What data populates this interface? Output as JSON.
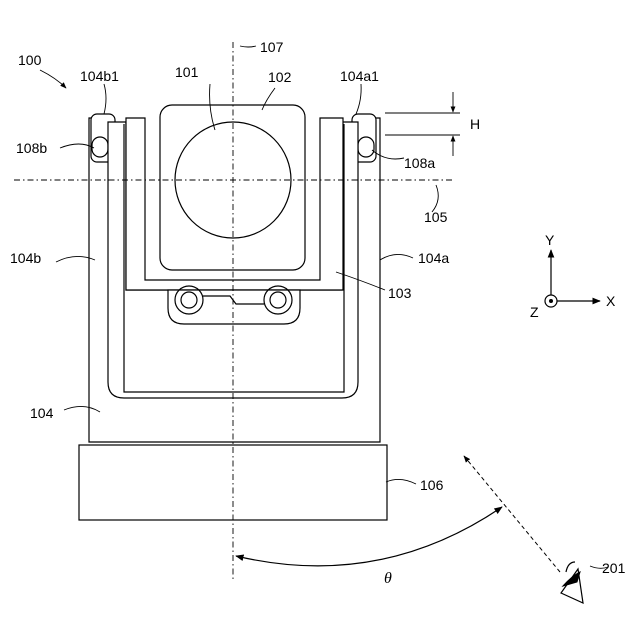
{
  "labels": {
    "device": "100",
    "shaft_101": "101",
    "holder_102": "102",
    "frame_103": "103",
    "base_104": "104",
    "arm_104a": "104a",
    "arm_104b": "104b",
    "top_104a1": "104a1",
    "top_104b1": "104b1",
    "axis_105": "105",
    "plate_106": "106",
    "axis_107": "107",
    "pin_108a": "108a",
    "pin_108b": "108b",
    "height": "H",
    "eye": "201",
    "angle": "θ"
  },
  "axes": {
    "x": "X",
    "y": "Y",
    "z": "Z"
  }
}
